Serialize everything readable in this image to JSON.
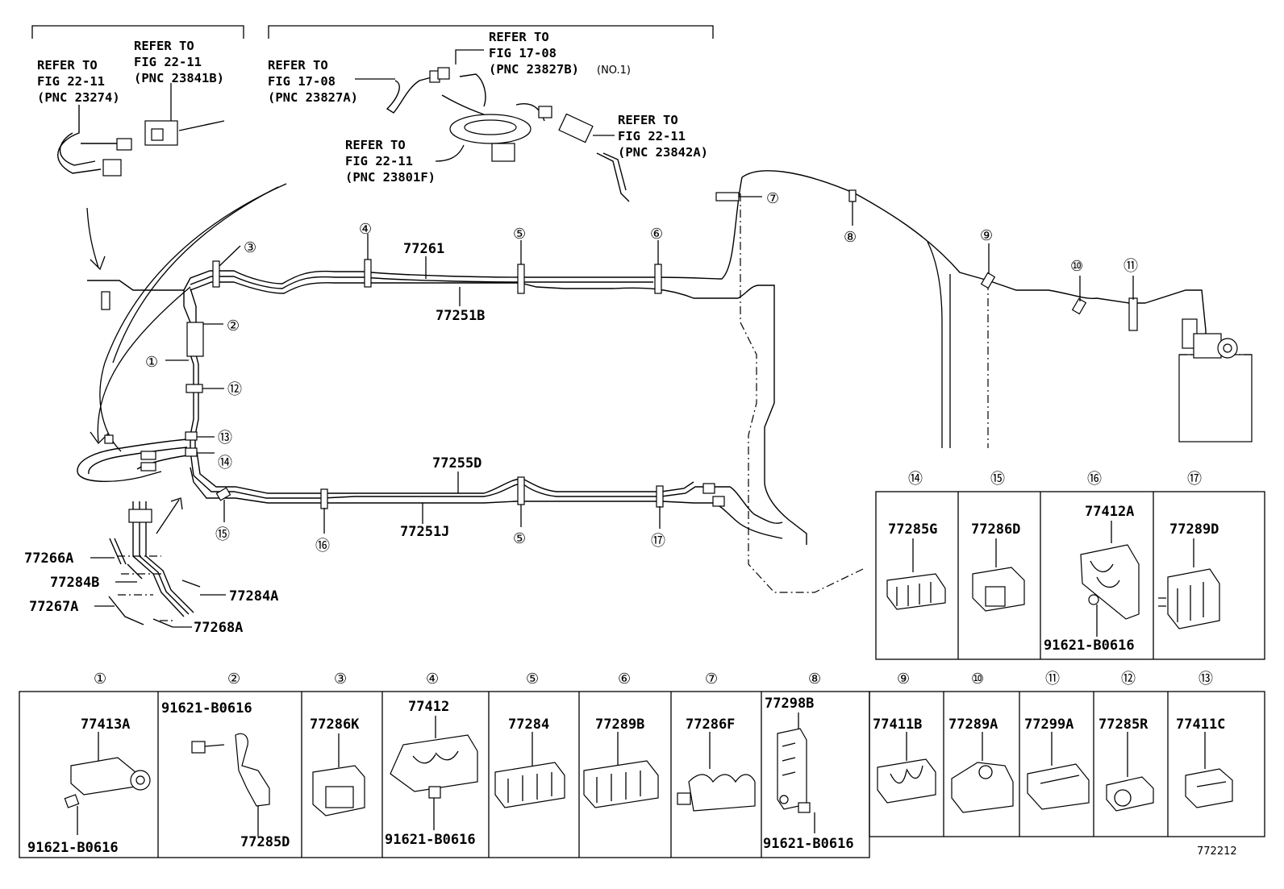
{
  "figure_id": "772212",
  "refs": {
    "r1": [
      "REFER TO",
      "FIG 22-11",
      "(PNC 23274)"
    ],
    "r2": [
      "REFER TO",
      "FIG 22-11",
      "(PNC 23841B)"
    ],
    "r3": [
      "REFER TO",
      "FIG 17-08",
      "(PNC 23827A)"
    ],
    "r4": [
      "REFER TO",
      "FIG 17-08",
      "(PNC 23827B)"
    ],
    "r4_note": "(NO.1)",
    "r5": [
      "REFER TO",
      "FIG 22-11",
      "(PNC 23801F)"
    ],
    "r6": [
      "REFER TO",
      "FIG 22-11",
      "(PNC 23842A)"
    ]
  },
  "main_labels": {
    "p77261": "77261",
    "p77251B": "77251B",
    "p77255D": "77255D",
    "p77251J": "77251J",
    "p77266A": "77266A",
    "p77284B": "77284B",
    "p77267A": "77267A",
    "p77284A": "77284A",
    "p77268A": "77268A"
  },
  "callouts": {
    "c1": "①",
    "c2": "②",
    "c3": "③",
    "c4": "④",
    "c5": "⑤",
    "c6": "⑥",
    "c7": "⑦",
    "c8": "⑧",
    "c9": "⑨",
    "c10": "⑩",
    "c11": "⑪",
    "c12": "⑫",
    "c13": "⑬",
    "c14": "⑭",
    "c15": "⑮",
    "c16": "⑯",
    "c17": "⑰"
  },
  "upper_boxes": [
    {
      "num": "⑭",
      "part": "77285G"
    },
    {
      "num": "⑮",
      "part": "77286D"
    },
    {
      "num": "⑯",
      "part": "77412A",
      "bolt": "91621-B0616"
    },
    {
      "num": "⑰",
      "part": "77289D"
    }
  ],
  "lower_boxes": [
    {
      "num": "①",
      "part": "77413A",
      "bolt": "91621-B0616"
    },
    {
      "num": "②",
      "part": "77285D",
      "bolt": "91621-B0616"
    },
    {
      "num": "③",
      "part": "77286K"
    },
    {
      "num": "④",
      "part": "77412",
      "bolt": "91621-B0616"
    },
    {
      "num": "⑤",
      "part": "77284"
    },
    {
      "num": "⑥",
      "part": "77289B"
    },
    {
      "num": "⑦",
      "part": "77286F"
    },
    {
      "num": "⑧",
      "part": "77298B",
      "bolt": "91621-B0616"
    },
    {
      "num": "⑨",
      "part": "77411B"
    },
    {
      "num": "⑩",
      "part": "77289A"
    },
    {
      "num": "⑪",
      "part": "77299A"
    },
    {
      "num": "⑫",
      "part": "77285R"
    },
    {
      "num": "⑬",
      "part": "77411C"
    }
  ]
}
